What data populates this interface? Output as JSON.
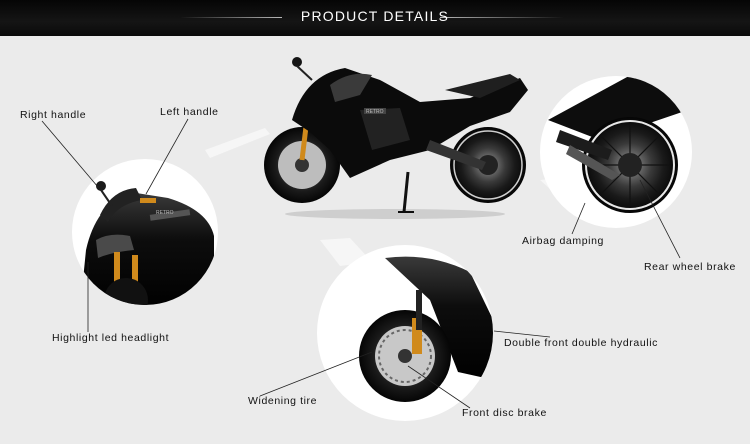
{
  "header": {
    "title": "PRODUCT DETAILS"
  },
  "callouts": {
    "right_handle": "Right handle",
    "left_handle": "Left handle",
    "highlight_led_headlight": "Highlight led headlight",
    "airbag_damping": "Airbag damping",
    "rear_wheel_brake": "Rear wheel brake",
    "double_front_double_hydraulic": "Double front double hydraulic",
    "widening_tire": "Widening tire",
    "front_disc_brake": "Front disc brake"
  },
  "bike_badge": "RETRO",
  "colors": {
    "header_bg": "#0a0a0a",
    "page_bg": "#ebebeb",
    "circle_bg": "#ffffff",
    "bike_body": "#0b0b0b",
    "fork_accent": "#d08a1c"
  }
}
